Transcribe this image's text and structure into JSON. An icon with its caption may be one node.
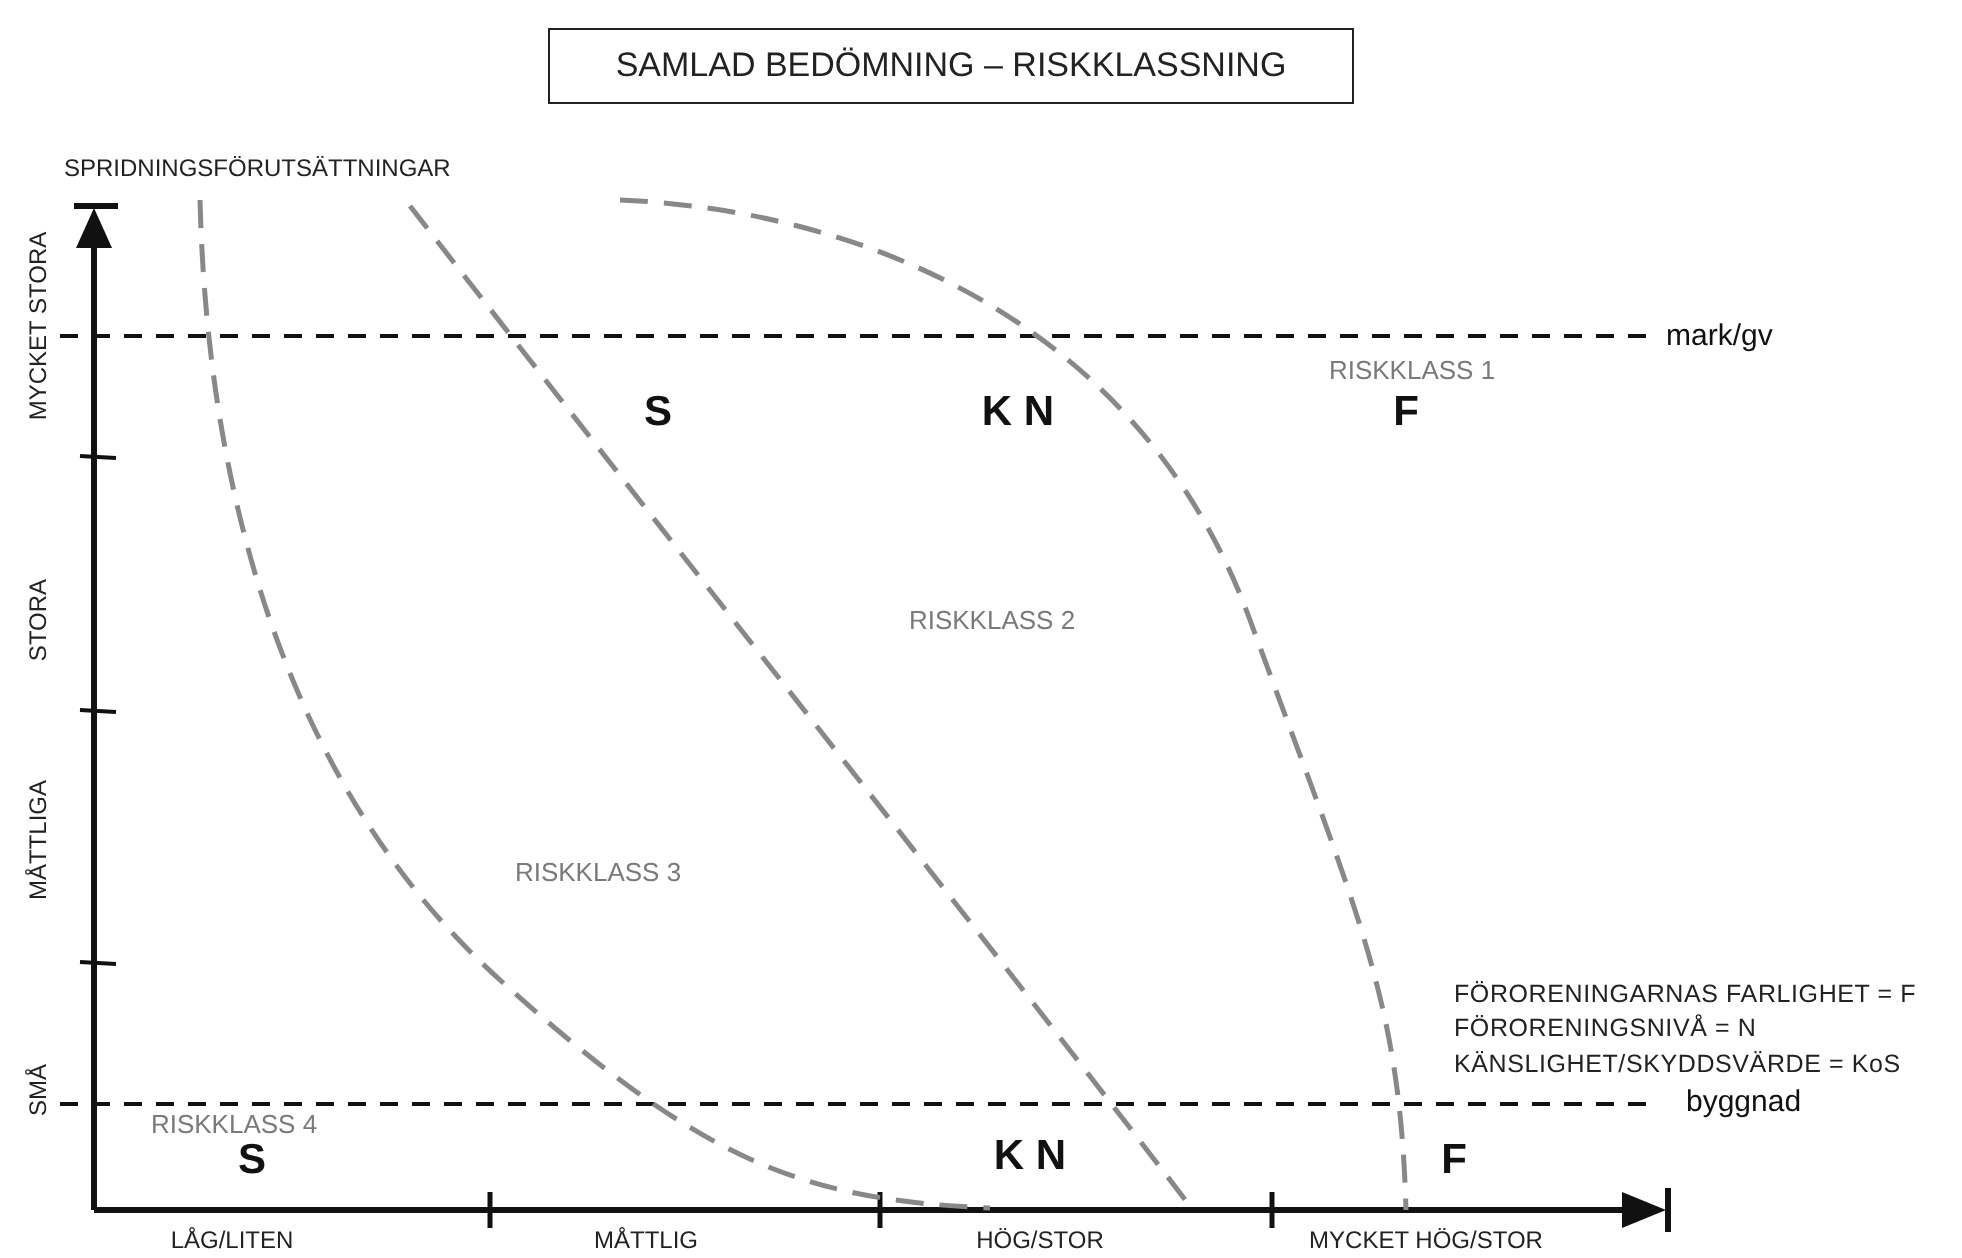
{
  "diagram": {
    "title": "SAMLAD BEDÖMNING – RISKKLASSNING",
    "labels": [
      "SPRIDNINGSFÖRUTSÄTTNINGAR",
      "MYCKET STORA",
      "mark/gv",
      "RISKKLASS 1",
      "S",
      "K N",
      "F",
      "STORA",
      "RISKKLASS 2",
      "MÅTTLIGA",
      "RISKKLASS 3",
      "FÖRORENINGARNAS FARLIGHET = F",
      "FÖRORENINGSNIVÅ = N",
      "KÄNSLIGHET/SKYDDSVÄRDE = KoS",
      "SMÅ",
      "byggnad",
      "RISKKLASS 4",
      "S",
      "K N",
      "F",
      "LÅG/LITEN",
      "MÅTTLIG",
      "HÖG/STOR",
      "MYCKET HÖG/STOR"
    ]
  }
}
